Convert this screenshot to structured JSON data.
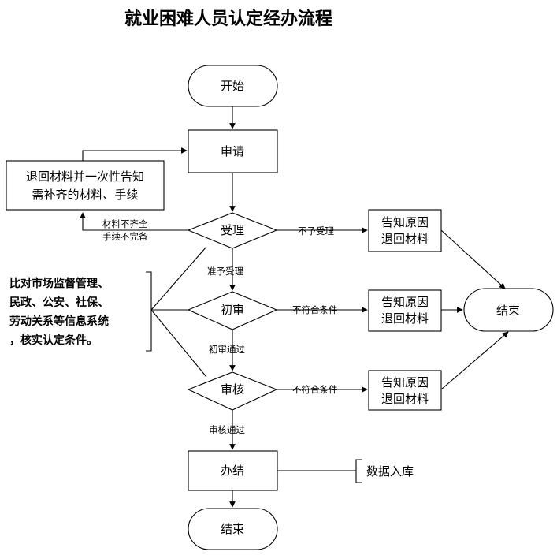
{
  "title": "就业困难人员认定经办流程",
  "nodes": {
    "start": "开始",
    "apply": "申请",
    "accept": "受理",
    "first_review": "初审",
    "review": "审核",
    "complete": "办结",
    "end_bottom": "结束",
    "end_right": "结束",
    "return_materials": [
      "退回材料并一次性告知",
      "需补齐的材料、手续"
    ],
    "notify_1": [
      "告知原因",
      "退回材料"
    ],
    "notify_2": [
      "告知原因",
      "退回材料"
    ],
    "notify_3": [
      "告知原因",
      "退回材料"
    ],
    "db_entry": "数据入库",
    "verify_note": [
      "比对市场监督管理、",
      "民政、公安、社保、",
      "劳动关系等信息系统",
      "，核实认定条件。"
    ]
  },
  "edge_labels": {
    "incomplete": [
      "材料不齐全",
      "手续不完备"
    ],
    "not_accepted": "不予受理",
    "accepted": "准予受理",
    "not_qualified_1": "不符合条件",
    "first_passed": "初审通过",
    "not_qualified_2": "不符合条件",
    "review_passed": "审核通过"
  }
}
